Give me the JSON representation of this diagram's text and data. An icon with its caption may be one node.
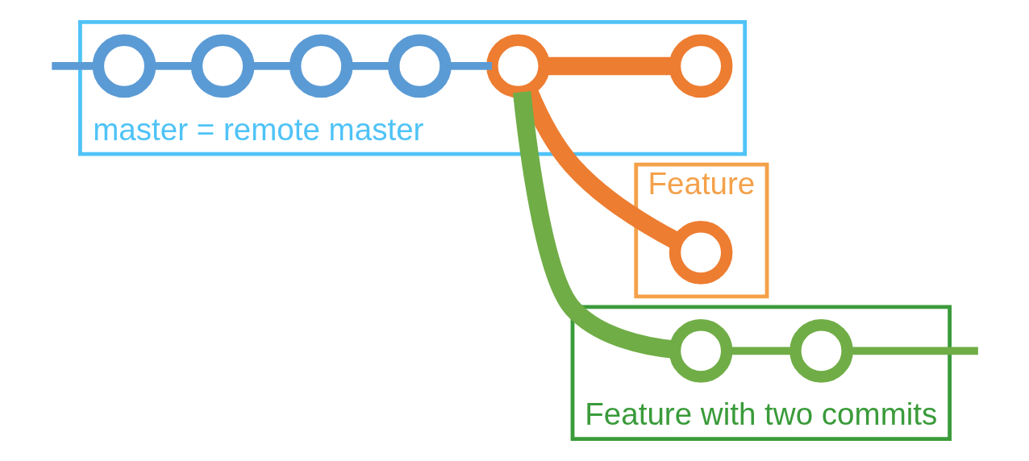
{
  "diagram": {
    "nodes": [
      {
        "text": [
          "master = remote master"
        ]
      },
      {
        "text": [],
        "shape": "circle",
        "in": 0
      },
      {
        "text": [],
        "shape": "circle",
        "in": 0
      },
      {
        "text": [],
        "shape": "circle",
        "in": 0
      },
      {
        "text": [],
        "shape": "circle",
        "in": 0
      },
      {
        "text": [],
        "shape": "circle",
        "in": 0
      },
      {
        "text": [],
        "shape": "circle",
        "in": 0
      },
      {
        "text": [
          "Feature"
        ]
      },
      {
        "text": [],
        "shape": "circle",
        "in": 7
      },
      {
        "text": [
          "Feature with two commits"
        ]
      },
      {
        "text": [],
        "shape": "circle",
        "in": 9
      },
      {
        "text": [],
        "shape": "circle",
        "in": 9
      }
    ],
    "edges": [
      {
        "from": null,
        "to": 1,
        "arrow": "none"
      },
      {
        "from": 1,
        "to": 2,
        "arrow": "none"
      },
      {
        "from": 2,
        "to": 3,
        "arrow": "none"
      },
      {
        "from": 3,
        "to": 4,
        "arrow": "none"
      },
      {
        "from": 4,
        "to": 5,
        "arrow": "none"
      },
      {
        "from": 5,
        "to": 6,
        "arrow": "none",
        "style": "thick",
        "color": "#ed7d31"
      },
      {
        "from": 5,
        "to": 8,
        "arrow": "none",
        "style": "thick",
        "color": "#ed7d31"
      },
      {
        "from": 5,
        "to": 10,
        "arrow": "none",
        "style": "thick",
        "color": "#70ad47"
      },
      {
        "from": 10,
        "to": 11,
        "arrow": "none",
        "color": "#70ad47"
      },
      {
        "from": 11,
        "to": null,
        "arrow": "none",
        "color": "#70ad47"
      }
    ]
  }
}
